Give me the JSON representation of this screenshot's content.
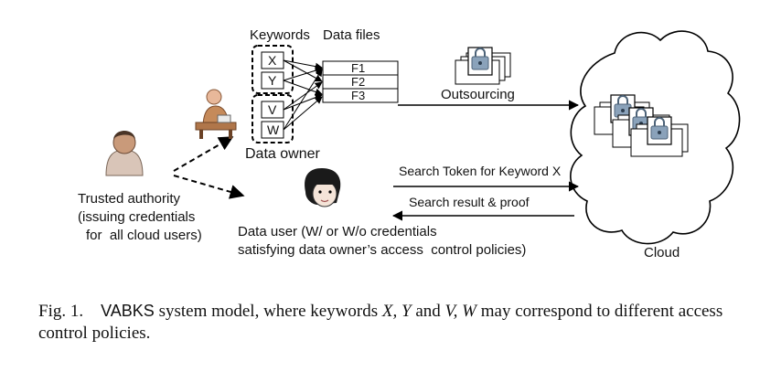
{
  "diagram": {
    "labels": {
      "keywords": "Keywords",
      "data_files": "Data files",
      "data_owner": "Data owner",
      "outsourcing": "Outsourcing",
      "search_token": "Search Token for Keyword X",
      "search_result": "Search result & proof",
      "trusted_authority": [
        "Trusted authority",
        "(issuing credentials",
        "for  all cloud users)"
      ],
      "data_user": [
        "Data user (W/ or W/o credentials",
        "satisfying data owner’s access  control policies)"
      ],
      "cloud": "Cloud"
    },
    "keywords_group1": [
      "X",
      "Y"
    ],
    "keywords_group2": [
      "V",
      "W"
    ],
    "files": [
      "F1",
      "F2",
      "F3"
    ],
    "icons": [
      "lock-document-icon",
      "person-at-desk-icon",
      "person-icon",
      "user-face-icon",
      "cloud-icon"
    ]
  },
  "caption": {
    "prefix": "Fig. 1.",
    "title": "VABKS",
    "text1": " system model, where keywords ",
    "math1": "X, Y",
    "and": " and ",
    "math2": "V, W",
    "text2": " may correspond to different access control policies."
  },
  "colors": {
    "stroke": "#000000",
    "lock": "#7f99b3",
    "skin": "#e8b89a"
  }
}
